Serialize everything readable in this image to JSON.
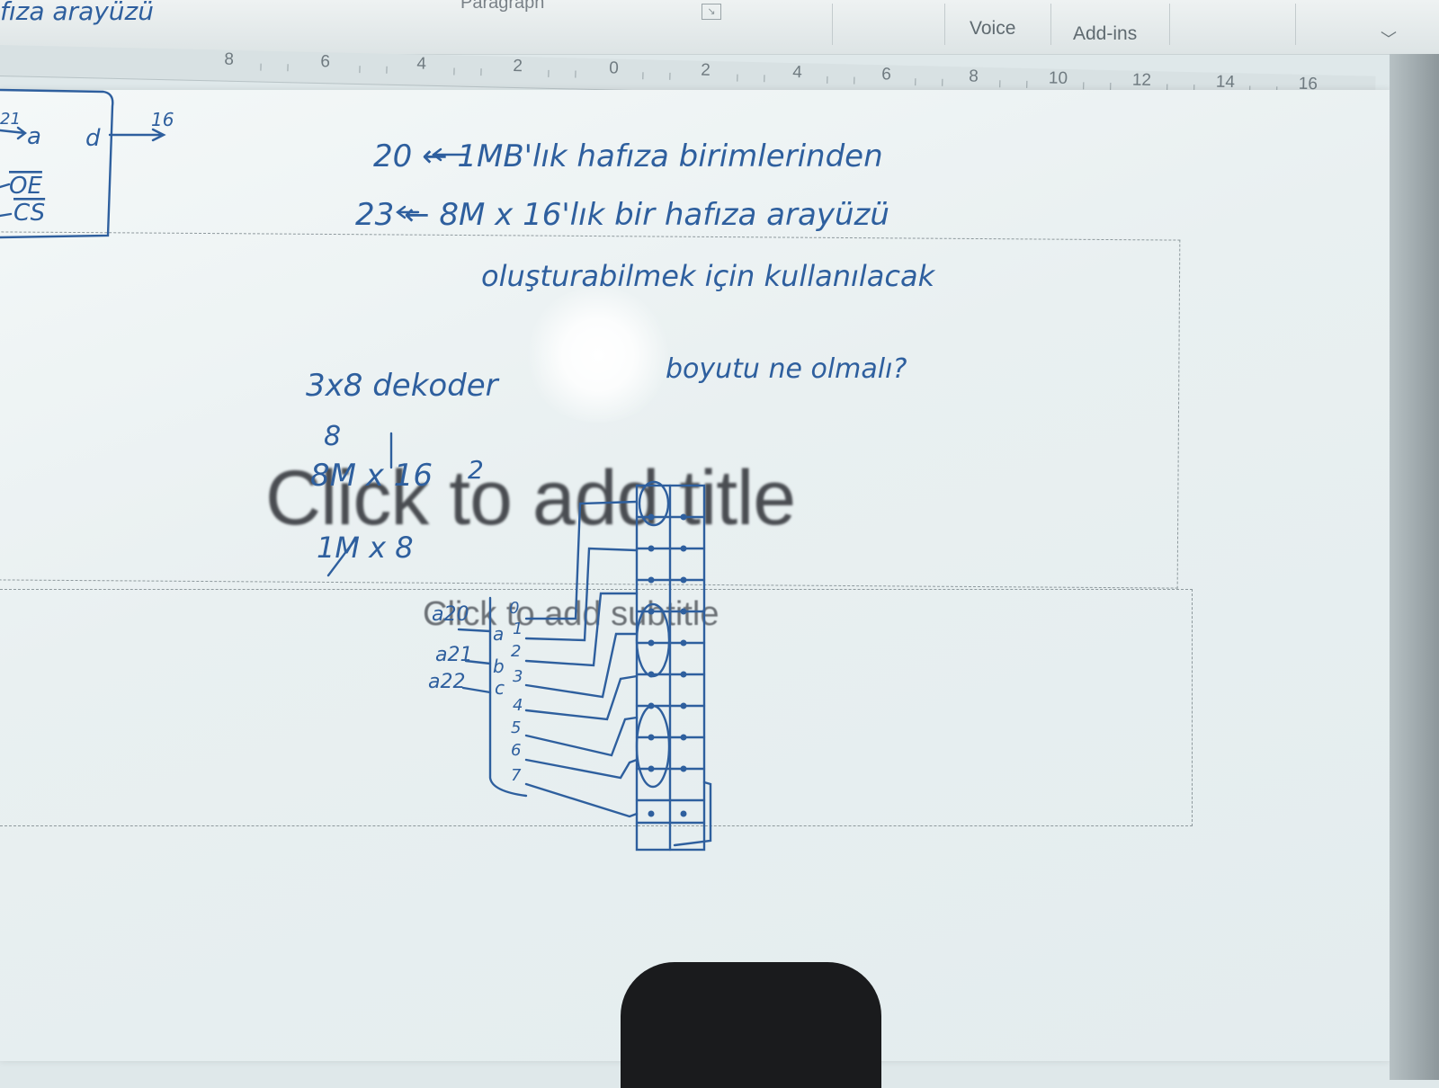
{
  "ribbon": {
    "group_title": "Paragraph",
    "tabs": [
      {
        "label": "Voice"
      },
      {
        "label": "Add-ins"
      }
    ]
  },
  "ruler": {
    "ticks": [
      "8",
      "6",
      "4",
      "2",
      "0",
      "2",
      "4",
      "6",
      "8",
      "10",
      "12",
      "14",
      "16"
    ]
  },
  "slide": {
    "title_placeholder": "Click to add title",
    "subtitle_placeholder": "Click to add subtitle"
  },
  "handwriting": {
    "header": "fıza arayüzü",
    "line1": "20 ← 1MB'lık hafıza birimlerinden",
    "line2": "23 ← 8M x 16'lık bir hafıza arayüzü",
    "line3": "oluşturabilmek için kullanılacak",
    "line4": "boyutu ne olmalı?",
    "decoder": "3x8 dekoder",
    "eight": "8",
    "size_a": "8M x 16",
    "two": "2",
    "size_b": "1M x 8",
    "left_a": "a",
    "left_d": "d",
    "left_21": "21",
    "left_16": "16",
    "left_oe": "OE",
    "left_cs": "CS",
    "in_a20": "a20",
    "in_a21": "a21",
    "in_a22": "a22",
    "pin_a": "a",
    "pin_b": "b",
    "pin_c": "c",
    "outputs": [
      "0",
      "1",
      "2",
      "3",
      "4",
      "5",
      "6",
      "7"
    ]
  },
  "colors": {
    "ink": "#2e5f9e",
    "slide_bg": "#eef3f4",
    "ribbon_bg": "#e6ecec"
  }
}
